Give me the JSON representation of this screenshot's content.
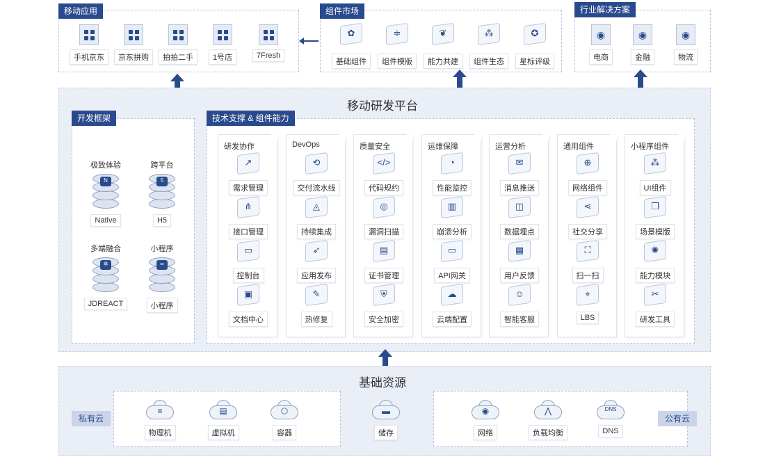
{
  "top": {
    "mobile_apps": {
      "title": "移动应用",
      "items": [
        "手机京东",
        "京东拼购",
        "拍拍二手",
        "1号店",
        "7Fresh"
      ]
    },
    "component_market": {
      "title": "组件市场",
      "items": [
        {
          "label": "基础组件",
          "icon": "puzzle-icon"
        },
        {
          "label": "组件模版",
          "icon": "sliders-icon"
        },
        {
          "label": "能力共建",
          "icon": "pig-icon"
        },
        {
          "label": "组件生态",
          "icon": "share-node-icon"
        },
        {
          "label": "星标评级",
          "icon": "medal-icon"
        }
      ]
    },
    "industry": {
      "title": "行业解决方案",
      "items": [
        "电商",
        "金融",
        "物流"
      ]
    }
  },
  "platform": {
    "title": "移动研发平台",
    "framework": {
      "title": "开发框架",
      "groups": [
        {
          "heading": "极致体验",
          "label": "Native",
          "badge": "N"
        },
        {
          "heading": "跨平台",
          "label": "H5",
          "badge": "5"
        },
        {
          "heading": "多端融合",
          "label": "JDREACT",
          "badge": "✲"
        },
        {
          "heading": "小程序",
          "label": "小程序",
          "badge": "∞"
        }
      ]
    },
    "tech": {
      "title": "技术支撑 & 组件能力",
      "columns": [
        {
          "title": "研发协作",
          "items": [
            {
              "label": "需求管理",
              "glyph": "↗"
            },
            {
              "label": "接口管理",
              "glyph": "⋔"
            },
            {
              "label": "控制台",
              "glyph": "▭"
            },
            {
              "label": "文档中心",
              "glyph": "▣"
            }
          ]
        },
        {
          "title": "DevOps",
          "items": [
            {
              "label": "交付流水线",
              "glyph": "⟲"
            },
            {
              "label": "持续集成",
              "glyph": "◬"
            },
            {
              "label": "应用发布",
              "glyph": "➶"
            },
            {
              "label": "热修复",
              "glyph": "✎"
            }
          ]
        },
        {
          "title": "质量安全",
          "items": [
            {
              "label": "代码规约",
              "glyph": "</>"
            },
            {
              "label": "漏洞扫描",
              "glyph": "◎"
            },
            {
              "label": "证书管理",
              "glyph": "▤"
            },
            {
              "label": "安全加密",
              "glyph": "⛨"
            }
          ]
        },
        {
          "title": "运维保障",
          "items": [
            {
              "label": "性能监控",
              "glyph": "◔"
            },
            {
              "label": "崩溃分析",
              "glyph": "▥"
            },
            {
              "label": "API网关",
              "glyph": "▭"
            },
            {
              "label": "云端配置",
              "glyph": "☁"
            }
          ]
        },
        {
          "title": "运营分析",
          "items": [
            {
              "label": "消息推送",
              "glyph": "✉"
            },
            {
              "label": "数据埋点",
              "glyph": "◫"
            },
            {
              "label": "用户反馈",
              "glyph": "▦"
            },
            {
              "label": "智能客服",
              "glyph": "☺"
            }
          ]
        },
        {
          "title": "通用组件",
          "items": [
            {
              "label": "网络组件",
              "glyph": "⊕"
            },
            {
              "label": "社交分享",
              "glyph": "⋖"
            },
            {
              "label": "扫一扫",
              "glyph": "⛶"
            },
            {
              "label": "LBS",
              "glyph": "⌖"
            }
          ]
        },
        {
          "title": "小程序组件",
          "items": [
            {
              "label": "UI组件",
              "glyph": "⁂"
            },
            {
              "label": "场景模版",
              "glyph": "❐"
            },
            {
              "label": "能力模块",
              "glyph": "✺"
            },
            {
              "label": "研发工具",
              "glyph": "✂"
            }
          ]
        }
      ]
    }
  },
  "foundation": {
    "title": "基础资源",
    "private_cloud": {
      "title": "私有云",
      "items": [
        {
          "label": "物理机",
          "glyph": "≡"
        },
        {
          "label": "虚拟机",
          "glyph": "▤"
        },
        {
          "label": "容器",
          "glyph": "⬡"
        }
      ]
    },
    "storage": {
      "label": "储存",
      "glyph": "▬"
    },
    "public_cloud": {
      "title": "公有云",
      "items": [
        {
          "label": "网络",
          "glyph": "◉"
        },
        {
          "label": "负载均衡",
          "glyph": "⋀"
        },
        {
          "label": "DNS",
          "glyph": "DNS"
        }
      ]
    }
  }
}
